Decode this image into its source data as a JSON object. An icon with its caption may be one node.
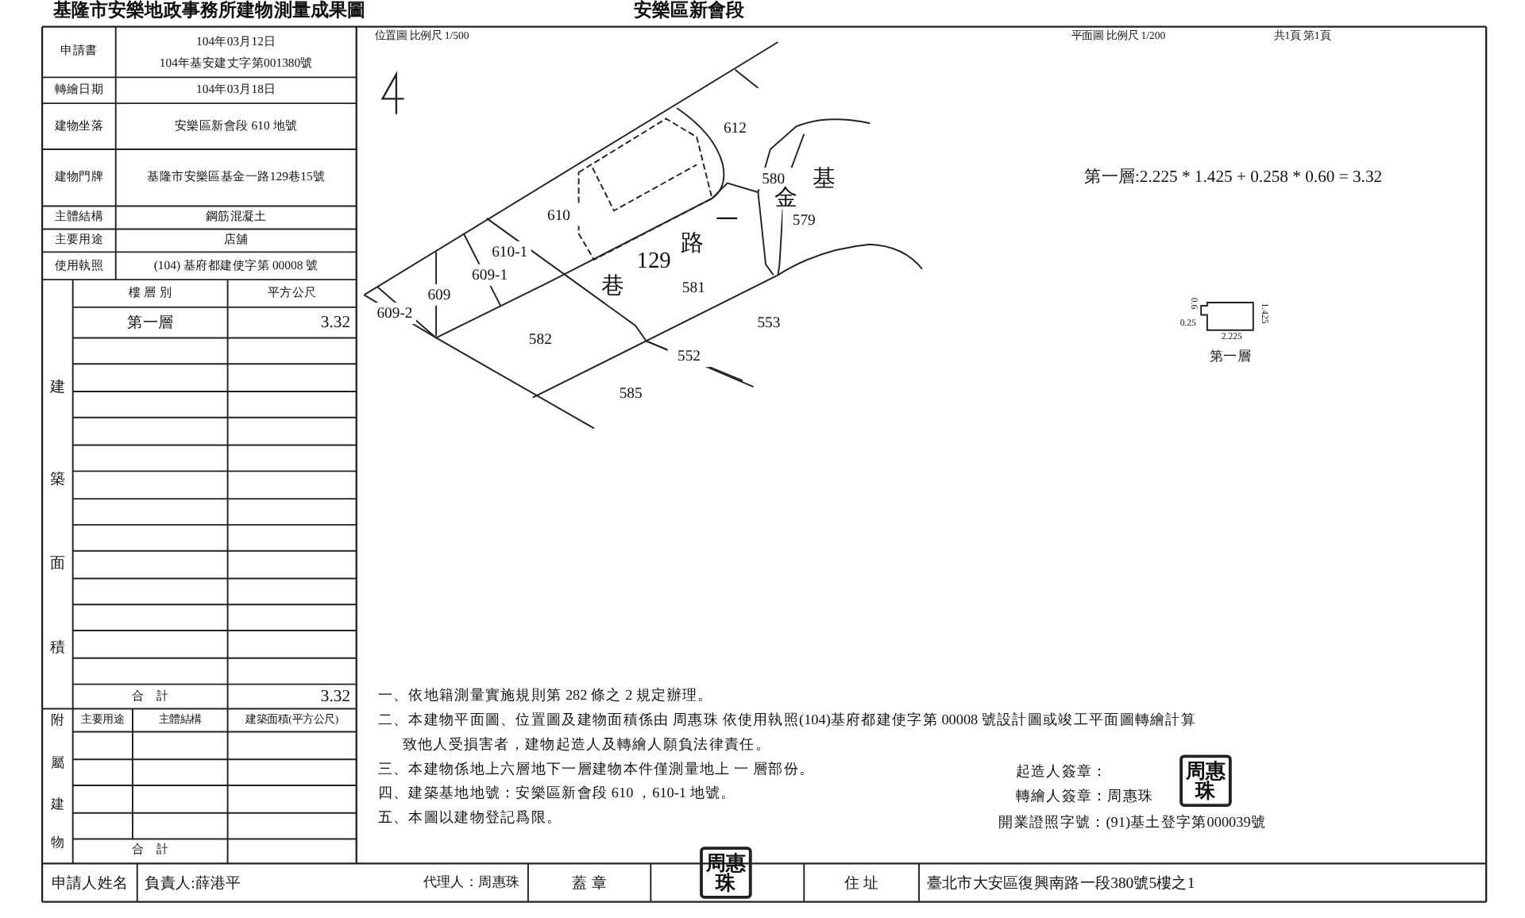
{
  "diagram": {
    "labels": [
      "基隆市安樂地政事務所建物測量成果圖",
      "安樂區新會段",
      "申請書",
      "104年03月12日",
      "104年基安建丈字第001380號",
      "轉繪日期",
      "104年03月18日",
      "建物坐落",
      "安樂區新會段 610 地號",
      "建物門牌",
      "基隆市安樂區基金一路129巷15號",
      "主體結構",
      "鋼筋混凝土",
      "主要用途",
      "店舖",
      "使用執照",
      "(104) 基府都建使字第 00008 號",
      "建",
      "樓 層 別",
      "平方公尺",
      "第一層",
      "3.32",
      "築",
      "面",
      "積",
      "合　計",
      "3.32",
      "附",
      "主要用途",
      "主體結構",
      "建築面積(平方公尺)",
      "屬",
      "建",
      "物",
      "合　計",
      "申請人姓名",
      "負責人:薛港平",
      "代理人：周惠珠",
      "蓋 章",
      "周惠珠",
      "住 址",
      "臺北市大安區復興南路一段380號5樓之1",
      "位置圖 比例尺 1/500",
      "612",
      "580",
      "基",
      "金",
      "579",
      "610",
      "一",
      "路",
      "129",
      "610-1",
      "609-1",
      "巷",
      "581",
      "609",
      "609-2",
      "582",
      "553",
      "552",
      "585",
      "平面圖 比例尺 1/200",
      "共1頁 第1頁",
      "第一層:2.225 * 1.425 + 0.258 * 0.60 = 3.32",
      "0.6",
      "0.25",
      "1.425",
      "2.225",
      "第一層",
      "一、依地籍測量實施規則第 282 條之 2 規定辦理。",
      "二、本建物平面圖、位置圖及建物面積係由 周惠珠 依使用執照(104)基府都建使字第 00008 號設計圖或竣工平面圖轉繪計算",
      "致他人受損害者，建物起造人及轉繪人願負法律責任。",
      "三、本建物係地上六層地下一層建物本件僅測量地上 一 層部份。",
      "四、建築基地地號：安樂區新會段 610 ，610-1 地號。",
      "五、本圖以建物登記爲限。",
      "起造人簽章：",
      "轉繪人簽章：周惠珠",
      "周惠珠",
      "開業證照字號：(91)基土登字第000039號"
    ]
  }
}
